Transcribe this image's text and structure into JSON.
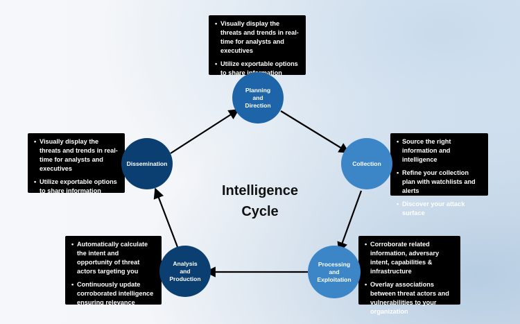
{
  "title": {
    "line1": "Intelligence",
    "line2": "Cycle"
  },
  "colors": {
    "node_dark": "#0b3f72",
    "node_mid": "#1e64a8",
    "node_light": "#3c86c8",
    "box": "#000000",
    "arrow": "#000000"
  },
  "nodes": [
    {
      "id": "planning",
      "label": [
        "Planning",
        "and",
        "Direction"
      ]
    },
    {
      "id": "collection",
      "label": [
        "Collection"
      ]
    },
    {
      "id": "processing",
      "label": [
        "Processing",
        "and",
        "Exploitation"
      ]
    },
    {
      "id": "analysis",
      "label": [
        "Analysis",
        "and",
        "Production"
      ]
    },
    {
      "id": "dissemination",
      "label": [
        "Dissemination"
      ]
    }
  ],
  "boxes": {
    "planning": [
      "Visually display the threats and trends in real-time for analysts and executives",
      "Utilize exportable options to share information"
    ],
    "collection": [
      "Source the right information and intelligence",
      "Refine your collection plan with watchlists and alerts",
      "Discover your attack surface"
    ],
    "processing": [
      "Corroborate related information, adversary intent, capabilities & infrastructure",
      "Overlay associations between threat actors and vulnerabilities to your organization"
    ],
    "analysis": [
      "Automatically calculate the intent and opportunity of threat actors targeting you",
      "Continuously update corroborated intelligence ensuring relevance"
    ],
    "dissemination": [
      "Visually display the threats and trends in real-time for analysts and executives",
      "Utilize exportable options to share information"
    ]
  }
}
